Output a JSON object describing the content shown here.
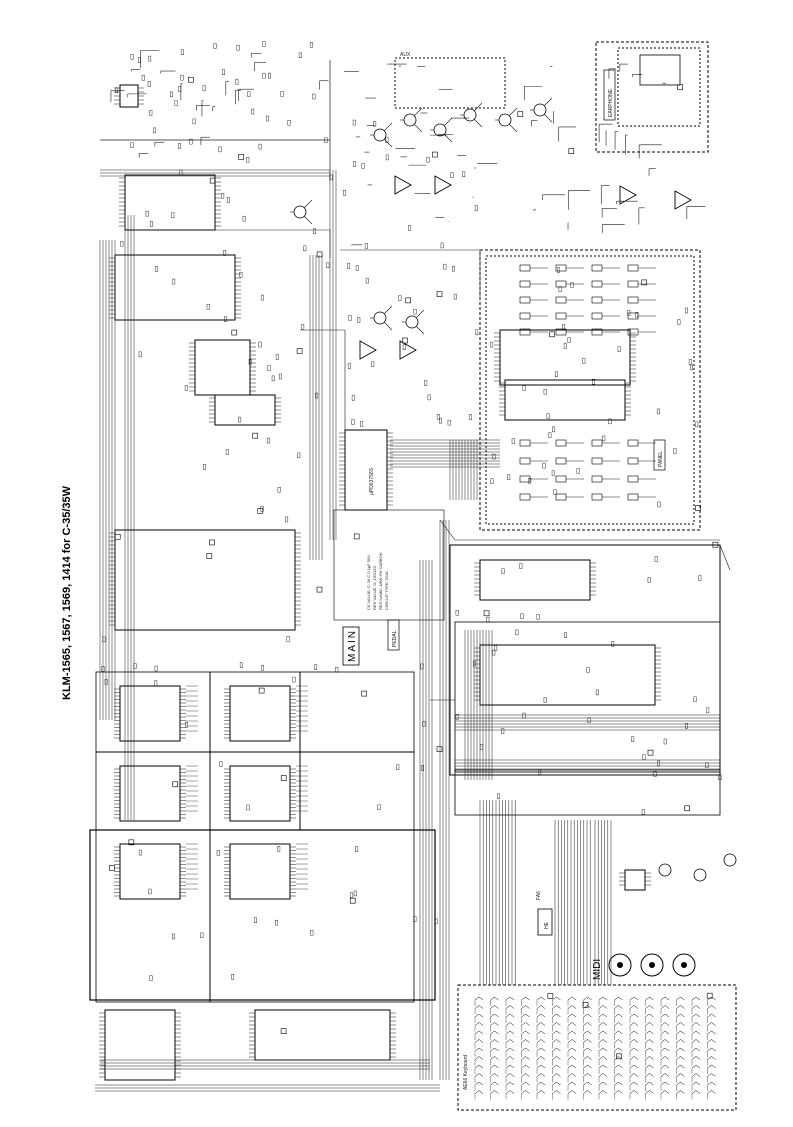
{
  "document": {
    "title": "KLM-1565, 1567, 1569, 1414 for C-35/35W",
    "sections": {
      "main": "MAIN",
      "pedal": "PEDAL",
      "panel": "PANEL",
      "keyboard": "AE66 Keyboard",
      "earphone": "EARPHONE",
      "aux": "AUX",
      "midi": "MIDI"
    },
    "main_notes": [
      "CE VALUE: C: 16 C 0.1µF 50V",
      "RES VALUE: D: 1SS133",
      "RES NAME: 1/8W 5% CARBON",
      "CIRCUIT TYPE: GND"
    ],
    "ic_parts": [
      "µPD63756S",
      "FA6",
      "HE"
    ],
    "colors": {
      "ink": "#000000",
      "paper": "#ffffff",
      "trace": "#1a1a1a"
    }
  }
}
